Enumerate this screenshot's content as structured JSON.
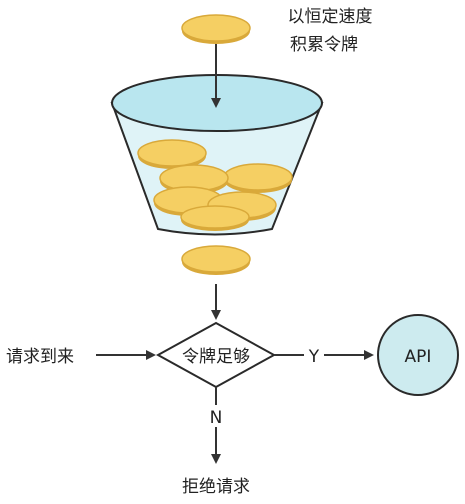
{
  "labels": {
    "accumulate_line1": "以恒定速度",
    "accumulate_line2": "积累令牌",
    "request_arrives": "请求到来",
    "decision": "令牌足够",
    "yes": "Y",
    "no": "N",
    "api": "API",
    "reject": "拒绝请求"
  },
  "colors": {
    "bucket_fill": "#dff3f7",
    "bucket_liquid": "#b9e6ef",
    "bucket_stroke": "#2a2a2a",
    "coin_fill": "#f5cf63",
    "coin_edge": "#d9a93a",
    "api_fill": "#cdebef",
    "arrow": "#333333"
  }
}
